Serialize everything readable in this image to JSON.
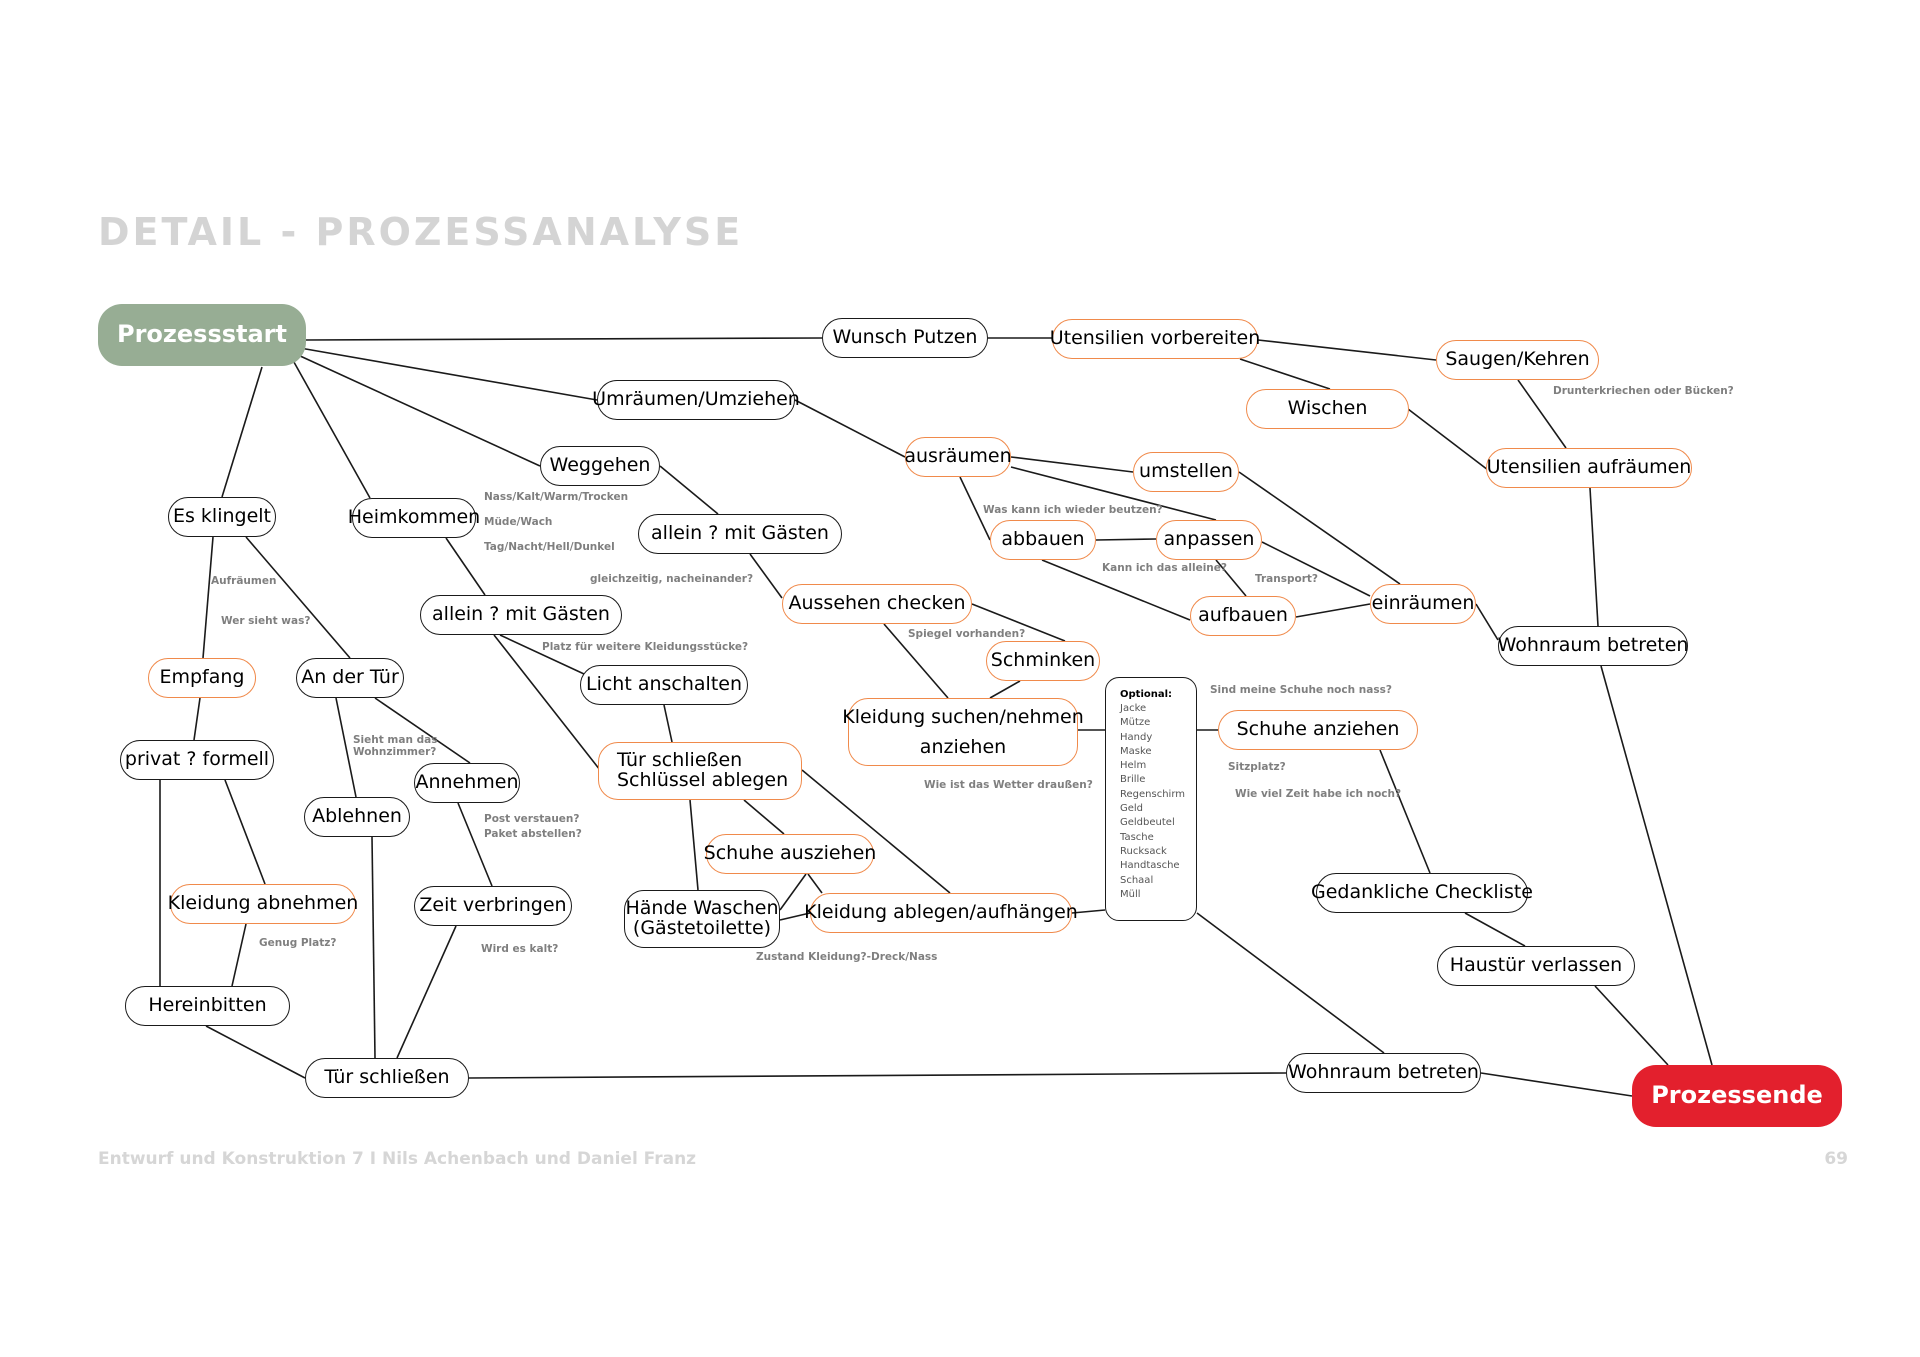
{
  "page": {
    "title": "DETAIL - PROZESSANALYSE",
    "footer_left": "Entwurf und Konstruktion 7 I Nils Achenbach und Daniel Franz",
    "page_number": "69"
  },
  "colors": {
    "start": "#97ad94",
    "end": "#e3202d",
    "highlight_border": "#f08a4b",
    "default_border": "#1a1a1a",
    "annotation": "#7f7f7f"
  },
  "nodes": {
    "start": "Prozessstart",
    "end": "Prozessende",
    "wunsch_putzen": "Wunsch Putzen",
    "utensilien_vorbereiten": "Utensilien vorbereiten",
    "saugen_kehren": "Saugen/Kehren",
    "wischen": "Wischen",
    "utensilien_aufraeumen": "Utensilien aufräumen",
    "umraeumen": "Umräumen/Umziehen",
    "ausraeumen": "ausräumen",
    "umstellen": "umstellen",
    "abbauen": "abbauen",
    "anpassen": "anpassen",
    "aufbauen": "aufbauen",
    "einraeumen": "einräumen",
    "wohnraum_betreten_1": "Wohnraum betreten",
    "weggehen": "Weggehen",
    "allein_gaesten_1": {
      "left": "allein",
      "sep": "?",
      "right": "mit Gästen"
    },
    "aussehen_checken": "Aussehen checken",
    "schminken": "Schminken",
    "kleidung_suchen": {
      "line1": "Kleidung suchen/nehmen",
      "line2": "anziehen"
    },
    "schuhe_anziehen": "Schuhe anziehen",
    "gedankliche_checkliste": "Gedankliche Checkliste",
    "haustuer_verlassen": "Haustür verlassen",
    "heimkommen": "Heimkommen",
    "allein_gaesten_2": {
      "left": "allein",
      "sep": "?",
      "right": "mit Gästen"
    },
    "licht_anschalten": "Licht anschalten",
    "tuer_schliessen_schluessel": "Tür schließen\nSchlüssel ablegen",
    "schuhe_ausziehen": "Schuhe ausziehen",
    "haende_waschen": "Hände Waschen\n(Gästetoilette)",
    "kleidung_ablegen": "Kleidung ablegen/aufhängen",
    "es_klingelt": "Es klingelt",
    "empfang": "Empfang",
    "privat_formell": "privat ? formell",
    "kleidung_abnehmen": "Kleidung abnehmen",
    "hereinbitten": "Hereinbitten",
    "an_der_tuer": "An der Tür",
    "ablehnen": "Ablehnen",
    "annehmen": "Annehmen",
    "zeit_verbringen": "Zeit verbringen",
    "tuer_schliessen": "Tür schließen",
    "wohnraum_betreten_2": "Wohnraum betreten"
  },
  "optional_box": {
    "title": "Optional:",
    "items": [
      "Jacke",
      "Mütze",
      "Handy",
      "Maske",
      "Helm",
      "Brille",
      "Regenschirm",
      "Geld",
      "Geldbeutel",
      "Tasche",
      "Rucksack",
      "Handtasche",
      "Schaal",
      "Müll"
    ]
  },
  "annotations": {
    "drunterkriechen": "Drunterkriechen oder Bücken?",
    "wieder_benutzen": "Was kann ich wieder beutzen?",
    "alleine": "Kann ich das alleine?",
    "transport": "Transport?",
    "nass_kalt": "Nass/Kalt/Warm/Trocken\nMüde/Wach\nTag/Nacht/Hell/Dunkel",
    "gleichzeitig": "gleichzeitig, nacheinander?",
    "spiegel": "Spiegel vorhanden?",
    "platz_kleidung": "Platz für weitere Kleidungsstücke?",
    "wetter": "Wie ist das Wetter draußen?",
    "schuhe_nass": "Sind meine Schuhe noch nass?",
    "sitzplatz": "Sitzplatz?",
    "zeit_noch": "Wie viel Zeit habe ich noch?",
    "aufraeumen": "Aufräumen",
    "wer_sieht": "Wer sieht was?",
    "wohnzimmer": "Sieht man das\nWohnzimmer?",
    "post": "Post verstauen?\n  Paket abstellen?",
    "genug_platz": "Genug Platz?",
    "kalt": "Wird es kalt?",
    "zustand": "Zustand Kleidung?-Dreck/Nass"
  }
}
